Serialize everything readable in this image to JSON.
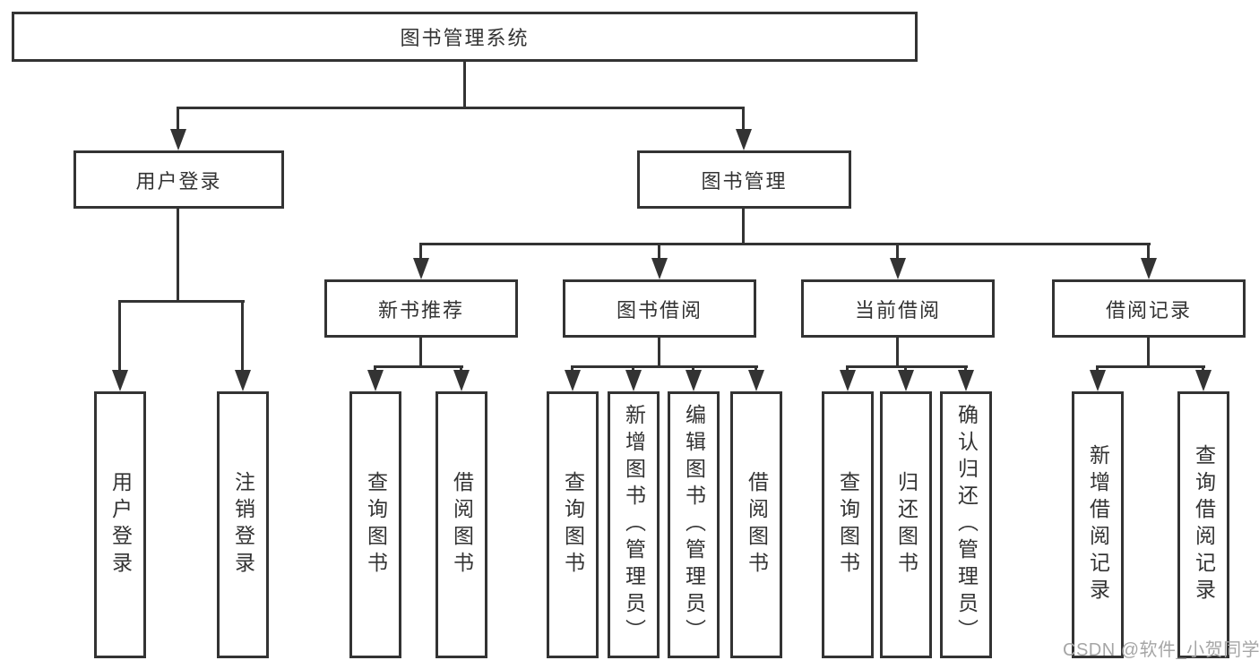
{
  "tree": {
    "root": "图书管理系统",
    "level2": [
      {
        "label": "用户登录"
      },
      {
        "label": "图书管理"
      }
    ],
    "level3": [
      {
        "label": "新书推荐"
      },
      {
        "label": "图书借阅"
      },
      {
        "label": "当前借阅"
      },
      {
        "label": "借阅记录"
      }
    ],
    "leaves": {
      "login": [
        "用户登录",
        "注销登录"
      ],
      "newbook": [
        "查询图书",
        "借阅图书"
      ],
      "borrow": [
        "查询图书",
        "新增图书（管理员）",
        "编辑图书（管理员）",
        "借阅图书"
      ],
      "current": [
        "查询图书",
        "归还图书",
        "确认归还（管理员）"
      ],
      "record": [
        "新增借阅记录",
        "查询借阅记录"
      ]
    }
  },
  "watermark": "CSDN @软件_小贺同学",
  "colors": {
    "line": "#333333",
    "text": "#333333",
    "box_background": "#ffffff",
    "watermark": "#a6a6a6"
  }
}
